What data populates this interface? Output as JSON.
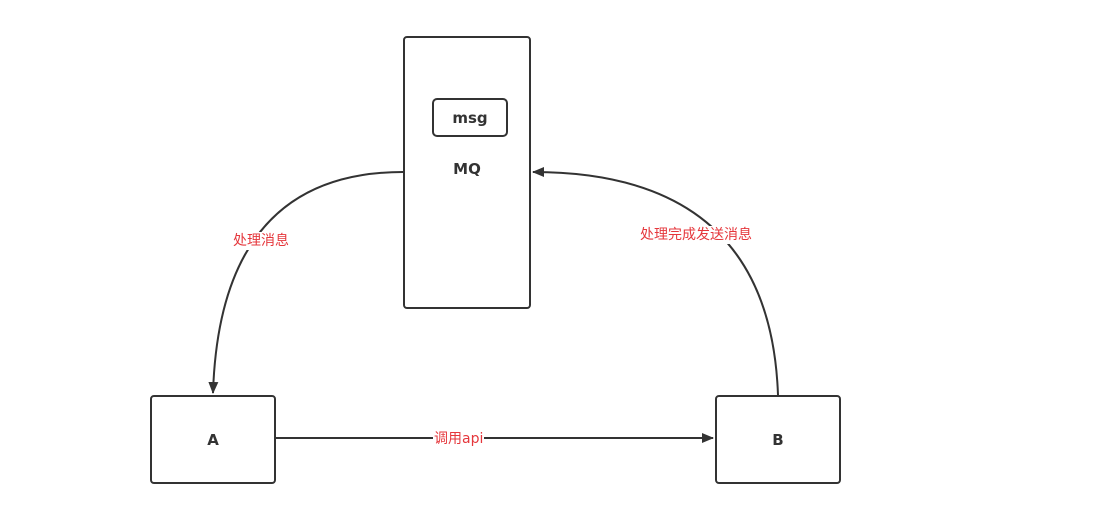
{
  "diagram": {
    "nodes": {
      "mq": {
        "label": "MQ",
        "message": "msg"
      },
      "a": {
        "label": "A"
      },
      "b": {
        "label": "B"
      }
    },
    "edges": {
      "mq_to_a": {
        "label": "处理消息"
      },
      "b_to_mq": {
        "label": "处理完成发送消息"
      },
      "a_to_b": {
        "label": "调用api"
      }
    },
    "colors": {
      "stroke": "#333333",
      "edge_label": "#e5373c"
    }
  }
}
